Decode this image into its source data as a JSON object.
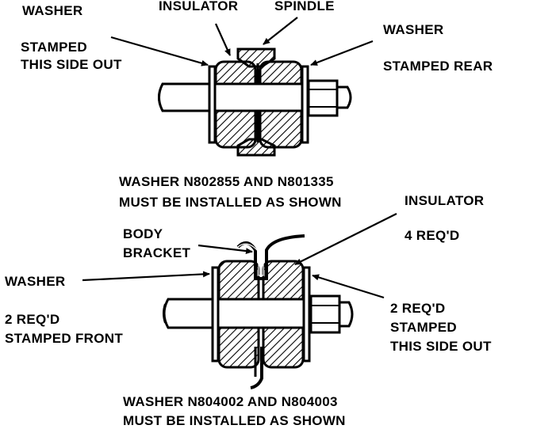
{
  "top_diagram": {
    "labels": {
      "washer_left": "WASHER",
      "insulator": "INSULATOR",
      "spindle": "SPINDLE",
      "washer_right": "WASHER",
      "stamped_out_line1": "STAMPED",
      "stamped_out_line2": "THIS SIDE OUT",
      "stamped_rear": "STAMPED REAR",
      "caption_line1": "WASHER N802855 AND N801335",
      "caption_line2": "MUST BE INSTALLED AS SHOWN"
    }
  },
  "bottom_diagram": {
    "labels": {
      "insulator": "INSULATOR",
      "body_line1": "BODY",
      "body_line2": "BRACKET",
      "req_4": "4 REQ'D",
      "washer_left": "WASHER",
      "req_2_left": "2 REQ'D",
      "stamped_front": "STAMPED FRONT",
      "req_2_right": "2 REQ'D",
      "stamped_right": "STAMPED",
      "this_side_out": "THIS SIDE OUT",
      "caption_line1": "WASHER N804002 AND N804003",
      "caption_line2": "MUST BE INSTALLED AS SHOWN"
    }
  },
  "colors": {
    "ink": "#000000",
    "paper": "#ffffff"
  }
}
